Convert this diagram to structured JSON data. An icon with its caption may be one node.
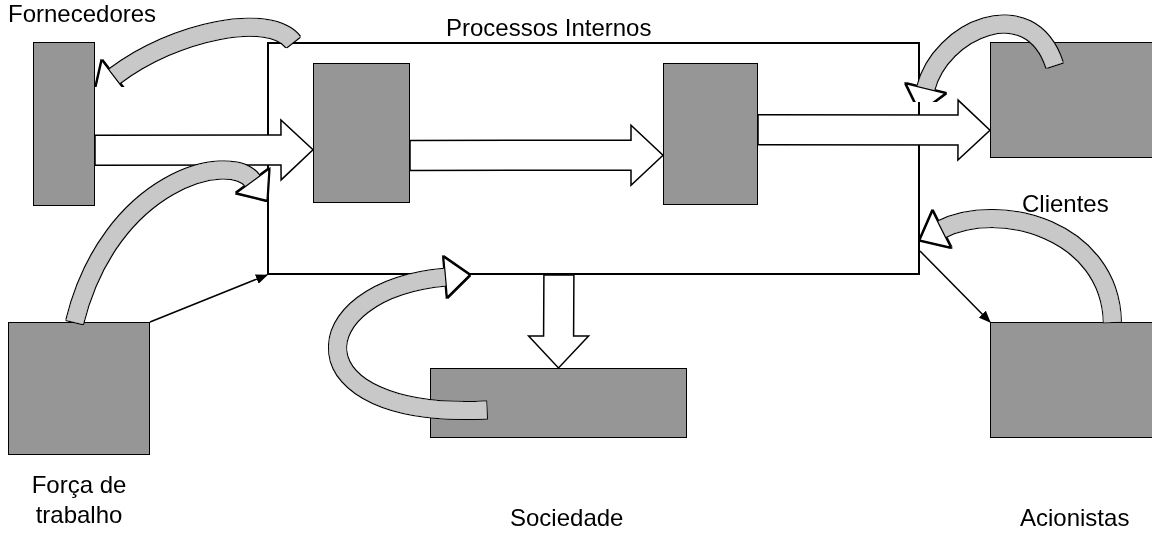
{
  "diagram": {
    "nodes": [
      {
        "text": [
          "Processos Internos"
        ]
      },
      {
        "text": [],
        "shape": "box",
        "in": 0
      },
      {
        "text": [],
        "shape": "box",
        "in": 0
      },
      {
        "text": [
          "Fornecedores"
        ]
      },
      {
        "text": [
          "Clientes"
        ]
      },
      {
        "text": [
          "Força de trabalho"
        ]
      },
      {
        "text": [
          "Sociedade"
        ]
      },
      {
        "text": [
          "Acionistas"
        ]
      }
    ],
    "edges": [
      {
        "from": 3,
        "to": 1,
        "arrow": "to",
        "style": "thick"
      },
      {
        "from": 1,
        "to": 2,
        "arrow": "to",
        "style": "thick"
      },
      {
        "from": 2,
        "to": 4,
        "arrow": "to",
        "style": "thick"
      },
      {
        "from": 0,
        "to": 6,
        "arrow": "to",
        "style": "thick"
      },
      {
        "from": 0,
        "to": 3,
        "arrow": "to"
      },
      {
        "from": 4,
        "to": 0,
        "arrow": "to"
      },
      {
        "from": 5,
        "to": 0,
        "arrow": "to"
      },
      {
        "from": 5,
        "to": 0,
        "arrow": "to",
        "color": "#000000"
      },
      {
        "from": 0,
        "to": 7,
        "arrow": "to",
        "color": "#000000"
      },
      {
        "from": 7,
        "to": 0,
        "arrow": "to"
      },
      {
        "from": 6,
        "to": 0,
        "arrow": "to"
      }
    ]
  }
}
